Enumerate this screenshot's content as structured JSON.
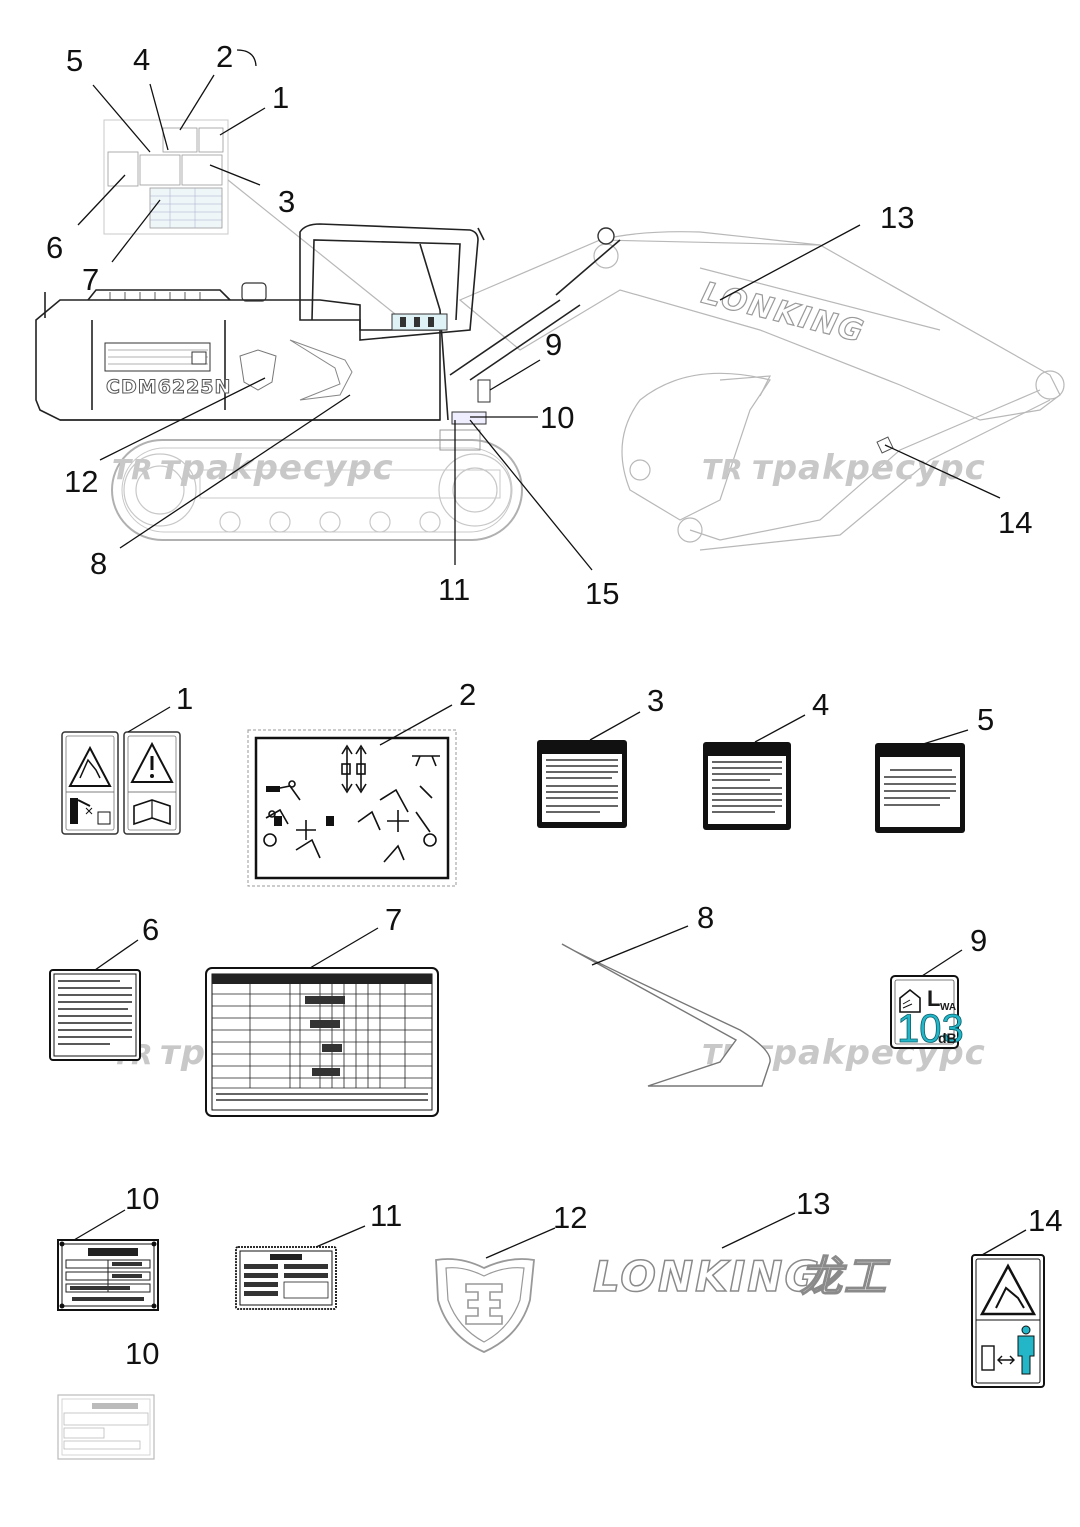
{
  "callouts": {
    "top": {
      "c1": "1",
      "c2": "2",
      "c3": "3",
      "c4": "4",
      "c5": "5",
      "c6": "6",
      "c7": "7",
      "c8": "8",
      "c9": "9",
      "c10": "10",
      "c11": "11",
      "c12": "12",
      "c13": "13",
      "c14": "14",
      "c15": "15"
    },
    "parts": {
      "p1": "1",
      "p2": "2",
      "p3": "3",
      "p4": "4",
      "p5": "5",
      "p6": "6",
      "p7": "7",
      "p8": "8",
      "p9": "9",
      "p10a": "10",
      "p10b": "10",
      "p11": "11",
      "p12": "12",
      "p13": "13",
      "p14": "14"
    }
  },
  "labels": {
    "model": "CDM6225N",
    "brand": "LONKING",
    "brand_cn": "龙工",
    "sound_symbol": "L",
    "sound_sub": "WA",
    "sound_value": "103",
    "sound_unit": "dB"
  },
  "watermark": {
    "text": "трakресурс",
    "logo": "TR"
  },
  "colors": {
    "line": "#111111",
    "faint": "#b8b8b8",
    "cyan": "#22b6c8",
    "watermark": "#c8c8c8"
  }
}
